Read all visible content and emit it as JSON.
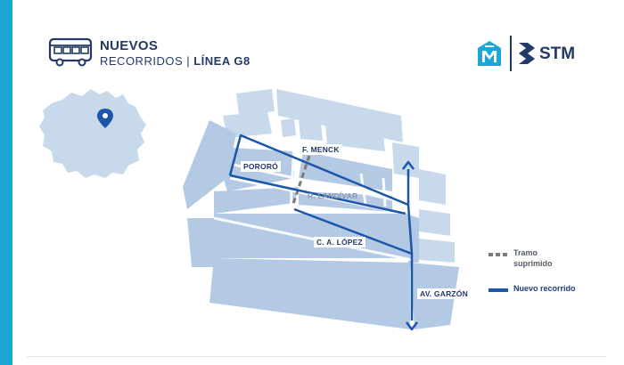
{
  "header": {
    "title": "NUEVOS",
    "subtitle_prefix": "RECORRIDOS | ",
    "subtitle_line": "LÍNEA G8"
  },
  "logo": {
    "stm": "STM"
  },
  "map": {
    "labels": {
      "menck": "F. MENCK",
      "pororo": "PORORÓ",
      "landivar": "R. LANDÍVAR",
      "lopez": "C. A. LÓPEZ",
      "garzon": "AV. GARZÓN"
    }
  },
  "legend": {
    "removed": "Tramo suprimido",
    "new_route": "Nuevo recorrido"
  },
  "colors": {
    "accent": "#1aa7d6",
    "route": "#1b56a8",
    "block_light": "#c9d9ec",
    "block_mid": "#b4c9e3",
    "text_dark": "#243a66"
  },
  "icons": {
    "bus": "bus-icon",
    "pin": "location-pin-icon"
  }
}
